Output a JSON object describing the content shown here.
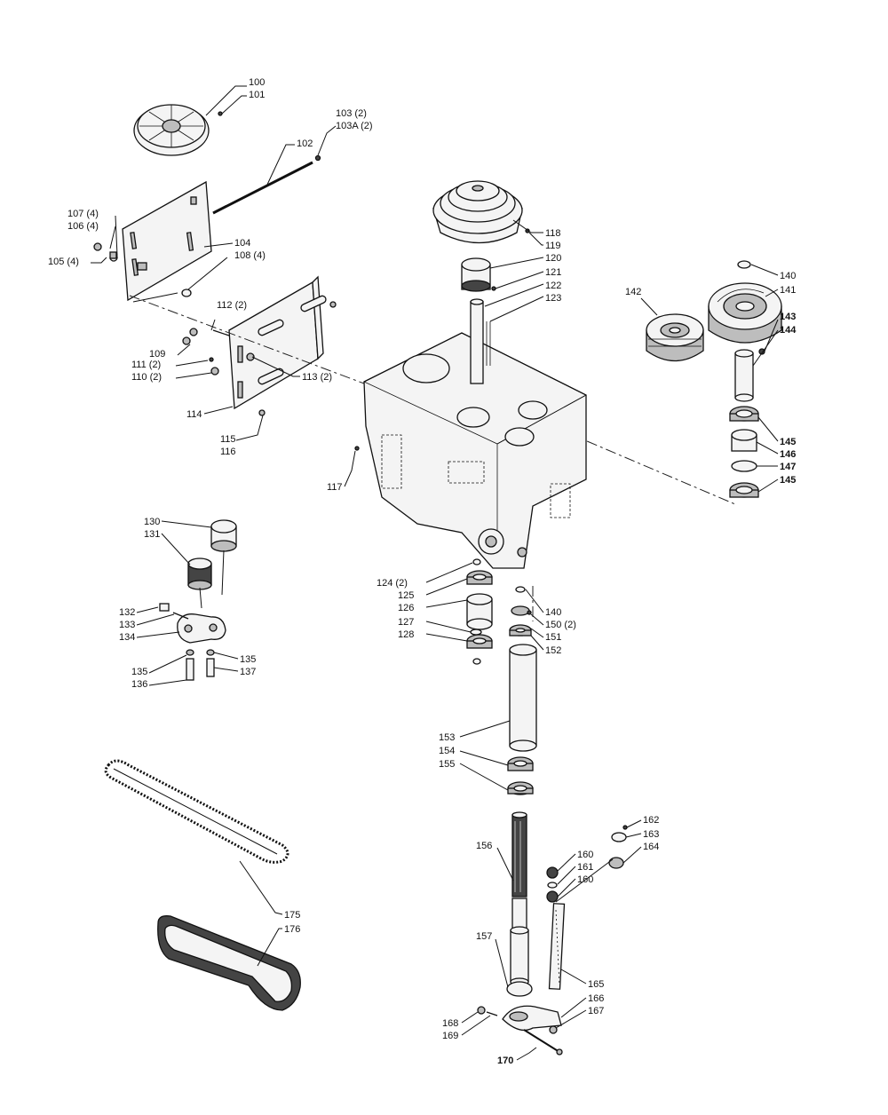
{
  "labels": {
    "l100": "100",
    "l101": "101",
    "l102": "102",
    "l103": "103 (2)",
    "l103a": "103A (2)",
    "l104": "104",
    "l105": "105 (4)",
    "l106": "106 (4)",
    "l107": "107 (4)",
    "l108": "108 (4)",
    "l109": "109",
    "l110": "110 (2)",
    "l111": "111 (2)",
    "l112": "112 (2)",
    "l113": "113 (2)",
    "l114": "114",
    "l115": "115",
    "l116": "116",
    "l117": "117",
    "l118": "118",
    "l119": "119",
    "l120": "120",
    "l121": "121",
    "l122": "122",
    "l123": "123",
    "l124": "124 (2)",
    "l125": "125",
    "l126": "126",
    "l127": "127",
    "l128": "128",
    "l130": "130",
    "l131": "131",
    "l132": "132",
    "l133": "133",
    "l134": "134",
    "l135a": "135",
    "l135b": "135",
    "l136": "136",
    "l137": "137",
    "l140a": "140",
    "l140b": "140",
    "l141": "141",
    "l142": "142",
    "l143": "143",
    "l144": "144",
    "l145a": "145",
    "l145b": "145",
    "l146": "146",
    "l147": "147",
    "l150": "150 (2)",
    "l151": "151",
    "l152": "152",
    "l153": "153",
    "l154": "154",
    "l155": "155",
    "l156": "156",
    "l157": "157",
    "l160a": "160",
    "l160b": "160",
    "l161": "161",
    "l162": "162",
    "l163": "163",
    "l164": "164",
    "l165": "165",
    "l166": "166",
    "l167": "167",
    "l168": "168",
    "l169": "169",
    "l170": "170",
    "l175": "175",
    "l176": "176"
  }
}
